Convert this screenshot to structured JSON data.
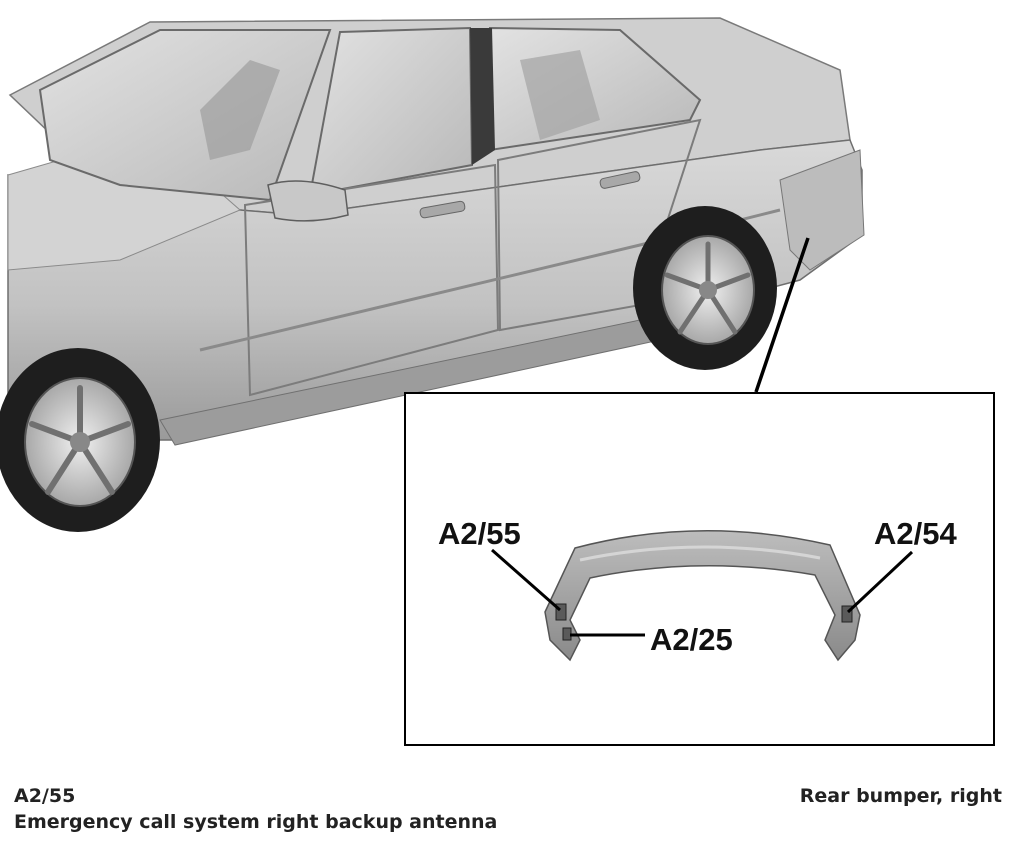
{
  "callouts": {
    "a2_55": "A2/55",
    "a2_54": "A2/54",
    "a2_25": "A2/25"
  },
  "caption": {
    "code": "A2/55",
    "location": "Rear bumper, right",
    "description": "Emergency call system right backup antenna"
  },
  "colors": {
    "car_body": "#c4c4c4",
    "car_shadow": "#8f8f8f",
    "bumper": "#a6a6a6",
    "tire": "#1e1e1e",
    "rim": "#d8d8d8",
    "text": "#111111"
  }
}
